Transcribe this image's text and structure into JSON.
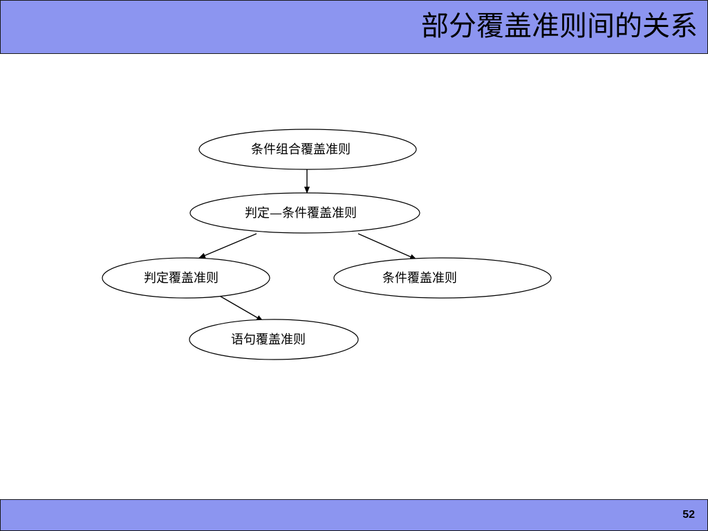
{
  "slide": {
    "title": "部分覆盖准则间的关系",
    "page_number": "52"
  },
  "diagram": {
    "nodes": [
      {
        "id": "n1",
        "label": "条件组合覆盖准则"
      },
      {
        "id": "n2",
        "label": "判定—条件覆盖准则"
      },
      {
        "id": "n3",
        "label": "判定覆盖准则"
      },
      {
        "id": "n4",
        "label": "条件覆盖准则"
      },
      {
        "id": "n5",
        "label": "语句覆盖准则"
      }
    ],
    "edges": [
      {
        "from": "n1",
        "to": "n2"
      },
      {
        "from": "n2",
        "to": "n3"
      },
      {
        "from": "n2",
        "to": "n4"
      },
      {
        "from": "n3",
        "to": "n5"
      }
    ]
  },
  "colors": {
    "bar": "#8c95f0",
    "stroke": "#000000",
    "background": "#ffffff"
  }
}
